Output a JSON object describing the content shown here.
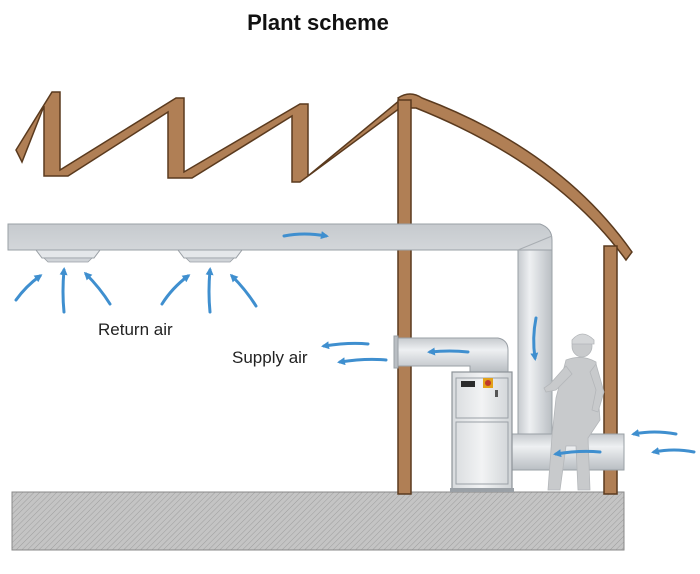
{
  "title": "Plant scheme",
  "labels": {
    "return_air": "Return air",
    "supply_air": "Supply air"
  },
  "colors": {
    "structure": "#a87a52",
    "structure_stroke": "#5a3a1e",
    "duct": "#d4d8dc",
    "duct_stroke": "#9aa0a6",
    "airflow": "#3f8fcf",
    "ground": "#bcbcbc",
    "person": "#c8cacc",
    "unit": "#e6e8ea"
  },
  "icons": [
    "airflow-arrow-icon",
    "person-silhouette-icon",
    "air-handling-unit-icon",
    "ceiling-diffuser-icon"
  ]
}
